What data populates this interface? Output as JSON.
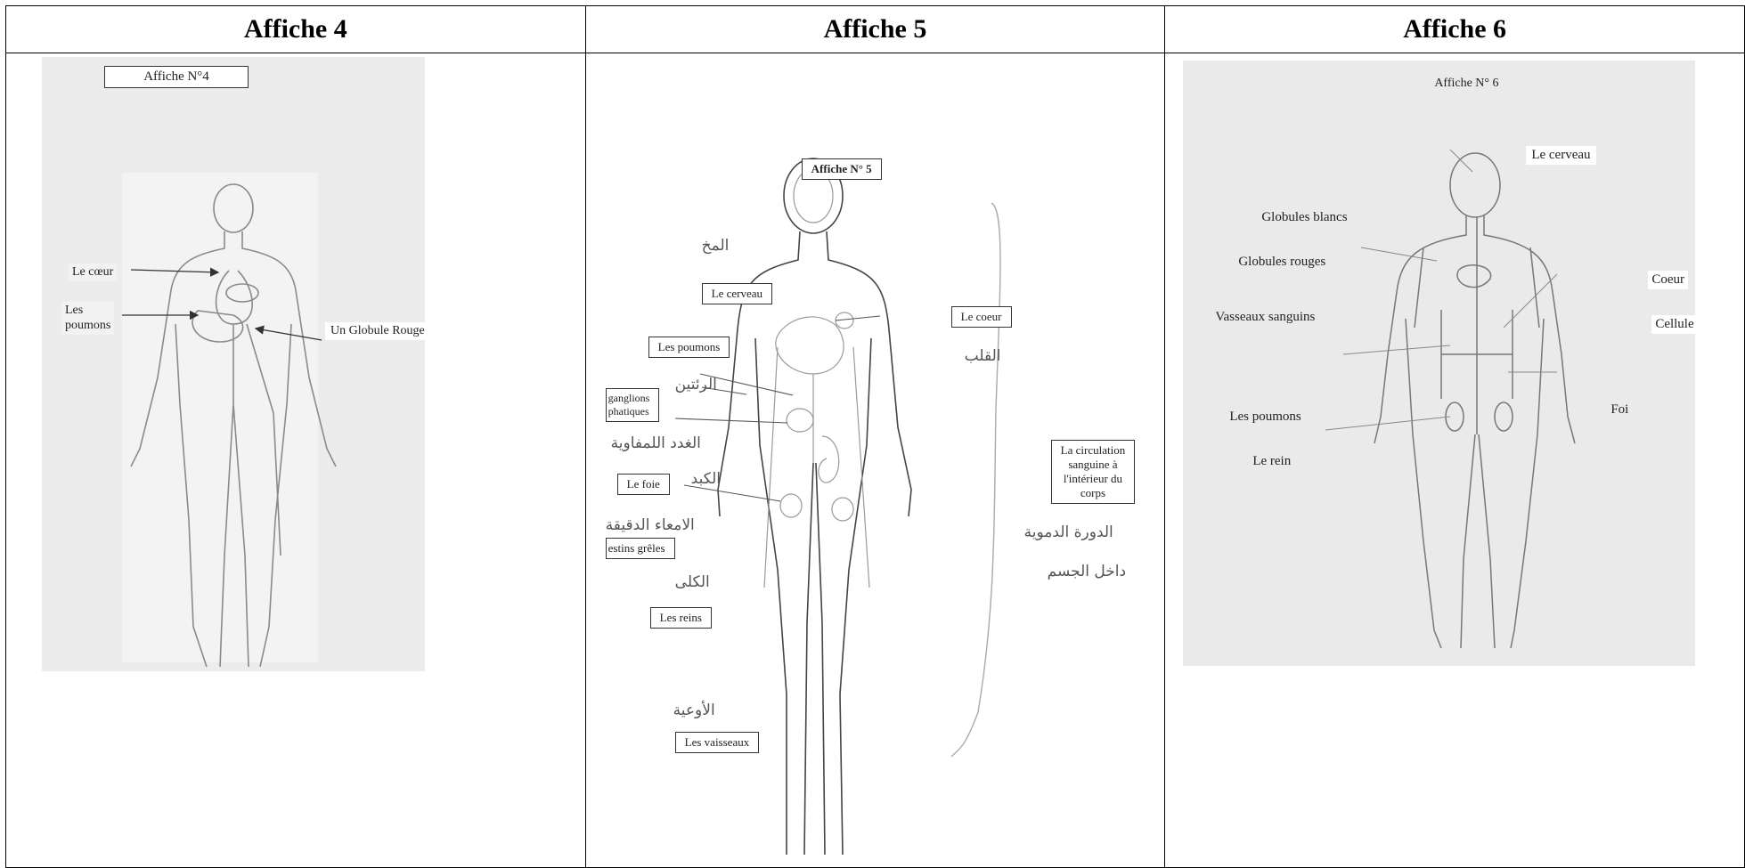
{
  "headers": [
    "Affiche 4",
    "Affiche 5",
    "Affiche 6"
  ],
  "poster4": {
    "title": "Affiche N°4",
    "labels": {
      "coeur": "Le cœur",
      "poumons": "Les\npoumons",
      "globule": "Un Globule Rouge"
    }
  },
  "poster5": {
    "title": "Affiche N° 5",
    "labels": {
      "cerveau": "Le cerveau",
      "poumons": "Les poumons",
      "ganglions": "ganglions\nphatiques",
      "foie": "Le foie",
      "intestins": "estins grêles",
      "reins": "Les reins",
      "vaisseaux": "Les vaisseaux",
      "coeur": "Le coeur",
      "circulation": "La circulation\nsanguine à\nl'intérieur du\ncorps"
    },
    "arabic": {
      "mokh": "المخ",
      "qalb": "القلب",
      "riatan": "الرئتين",
      "ghudad": "الغدد اللمفاوية",
      "kabid": "الكبد",
      "amaa": "الامعاء الدقيقة",
      "kila": "الكلى",
      "aw3iya": "الأوعية",
      "dawra": "الدورة الدموية",
      "dakhil": "داخل الجسم"
    }
  },
  "poster6": {
    "title": "Affiche N° 6",
    "labels": {
      "cerveau": "Le cerveau",
      "blancs": "Globules blancs",
      "rouges": "Globules rouges",
      "vaisseaux": "Vasseaux sanguins",
      "poumons": "Les poumons",
      "rein": "Le rein",
      "coeur": "Coeur",
      "cellule": "Cellule",
      "foi": "Foi"
    }
  }
}
